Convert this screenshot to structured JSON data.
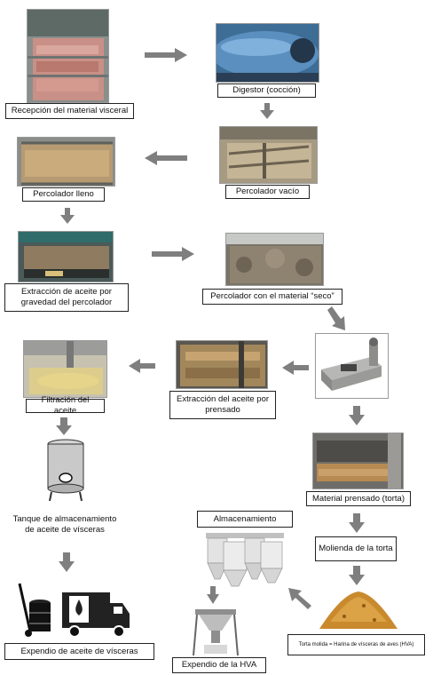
{
  "steps": {
    "recepcion": "Recepción del material visceral",
    "digestor": "Digestor (cocción)",
    "percolador_vacio": "Percolador vacío",
    "percolador_lleno": "Percolador lleno",
    "extraccion_gravedad": "Extracción de aceite por gravedad del percolador",
    "percolador_seco": "Percolador con el material “seco”",
    "filtracion": "Filtración del aceite",
    "extraccion_prensado": "Extracción del aceite por prensado",
    "material_prensado": "Material prensado (torta)",
    "tanque": "Tanque de almacenamiento de aceite de vísceras",
    "almacenamiento": "Almacenamiento",
    "molienda": "Molienda de la torta",
    "torta_molida": "Torta molida = Harina de vísceras de aves (HVA)",
    "expendio_aceite": "Expendio de aceite de vísceras",
    "expendio_hva": "Expendio de la HVA"
  },
  "colors": {
    "arrow": "#7f7f7f",
    "label_border": "#222222"
  }
}
